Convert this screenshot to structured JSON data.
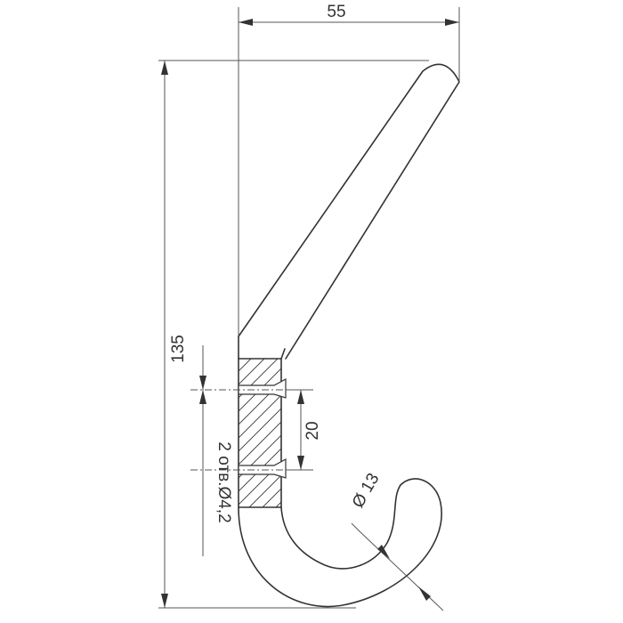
{
  "drawing": {
    "type": "technical-drawing",
    "subject": "wall hook",
    "dimensions": {
      "width": "55",
      "height": "135",
      "hole_spacing": "20",
      "holes": "2 отв.Ø4,2",
      "diameter": "Ø 13"
    },
    "colors": {
      "line": "#333333",
      "background": "#ffffff"
    }
  }
}
